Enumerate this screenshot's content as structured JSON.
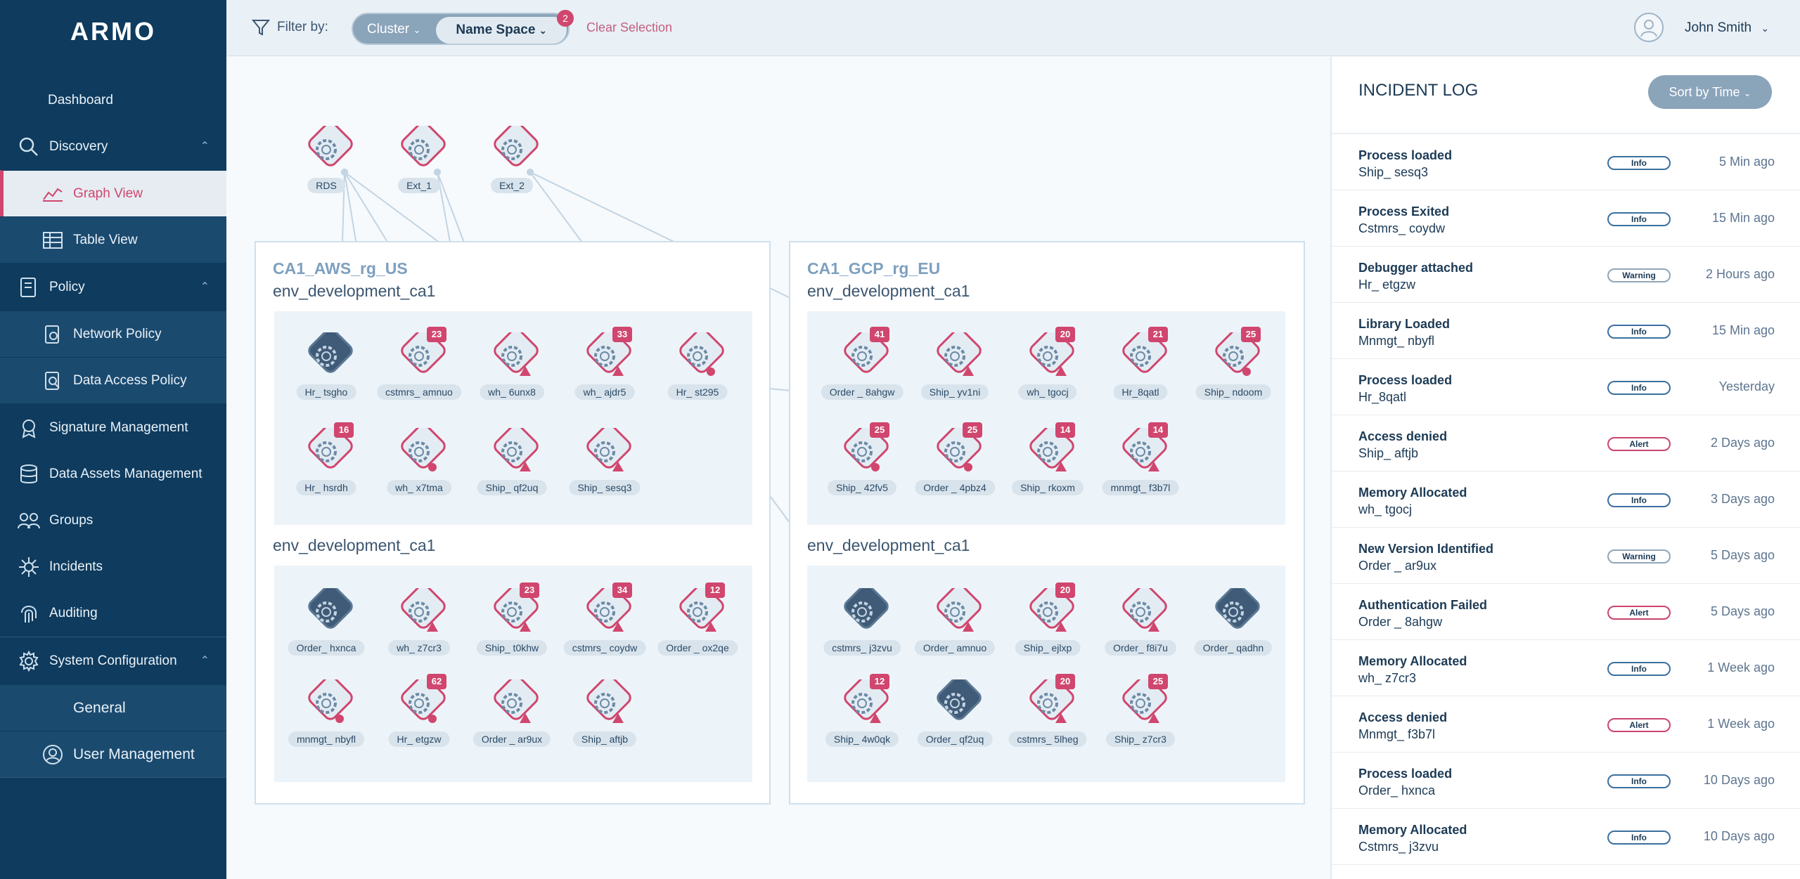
{
  "brand": {
    "logo": "ARMO"
  },
  "sidebar": {
    "dashboard": "Dashboard",
    "discovery": "Discovery",
    "graph_view": "Graph View",
    "table_view": "Table View",
    "policy": "Policy",
    "network_policy": "Network Policy",
    "data_access_policy": "Data Access Policy",
    "signature_management": "Signature Management",
    "data_assets_management": "Data Assets Management",
    "groups": "Groups",
    "incidents": "Incidents",
    "auditing": "Auditing",
    "system_configuration": "System Configuration",
    "general": "General",
    "user_management": "User Management"
  },
  "topbar": {
    "filter_label": "Filter by:",
    "cluster": "Cluster",
    "namespace": "Name Space",
    "namespace_count": "2",
    "clear_selection": "Clear Selection",
    "user_name": "John Smith"
  },
  "graph": {
    "external": [
      {
        "label": "RDS"
      },
      {
        "label": "Ext_1"
      },
      {
        "label": "Ext_2"
      }
    ],
    "clusters": [
      {
        "name": "CA1_AWS_rg_US",
        "envs": [
          {
            "title": "env_development_ca1",
            "nodes": [
              {
                "label": "Hr_ tsgho",
                "badge": "",
                "dark": true,
                "alert": "none"
              },
              {
                "label": "cstmrs_ amnuo",
                "badge": "23",
                "dark": false,
                "alert": "none"
              },
              {
                "label": "wh_ 6unx8",
                "badge": "",
                "dark": false,
                "alert": "tri"
              },
              {
                "label": "wh_ ajdr5",
                "badge": "33",
                "dark": false,
                "alert": "tri"
              },
              {
                "label": "Hr_ st295",
                "badge": "",
                "dark": false,
                "alert": "shield"
              },
              {
                "label": "Hr_ hsrdh",
                "badge": "16",
                "dark": false,
                "alert": "none"
              },
              {
                "label": "wh_ x7tma",
                "badge": "",
                "dark": false,
                "alert": "shield"
              },
              {
                "label": "Ship_ qf2uq",
                "badge": "",
                "dark": false,
                "alert": "tri"
              },
              {
                "label": "Ship_ sesq3",
                "badge": "",
                "dark": false,
                "alert": "tri"
              }
            ]
          },
          {
            "title": "env_development_ca1",
            "nodes": [
              {
                "label": "Order_ hxnca",
                "badge": "",
                "dark": true,
                "alert": "none"
              },
              {
                "label": "wh_ z7cr3",
                "badge": "",
                "dark": false,
                "alert": "tri"
              },
              {
                "label": "Ship_ t0khw",
                "badge": "23",
                "dark": false,
                "alert": "tri"
              },
              {
                "label": "cstmrs_ coydw",
                "badge": "34",
                "dark": false,
                "alert": "tri"
              },
              {
                "label": "Order _ ox2qe",
                "badge": "12",
                "dark": false,
                "alert": "tri"
              },
              {
                "label": "mnmgt_ nbyfl",
                "badge": "",
                "dark": false,
                "alert": "shield"
              },
              {
                "label": "Hr_ etgzw",
                "badge": "62",
                "dark": false,
                "alert": "shield"
              },
              {
                "label": "Order _ ar9ux",
                "badge": "",
                "dark": false,
                "alert": "tri"
              },
              {
                "label": "Ship_ aftjb",
                "badge": "",
                "dark": false,
                "alert": "tri"
              }
            ]
          }
        ]
      },
      {
        "name": "CA1_GCP_rg_EU",
        "envs": [
          {
            "title": "env_development_ca1",
            "nodes": [
              {
                "label": "Order _ 8ahgw",
                "badge": "41",
                "dark": false,
                "alert": "none"
              },
              {
                "label": "Ship_ yv1ni",
                "badge": "",
                "dark": false,
                "alert": "tri"
              },
              {
                "label": "wh_ tgocj",
                "badge": "20",
                "dark": false,
                "alert": "tri"
              },
              {
                "label": "Hr_8qatl",
                "badge": "21",
                "dark": false,
                "alert": "none"
              },
              {
                "label": "Ship_ ndoom",
                "badge": "25",
                "dark": false,
                "alert": "shield"
              },
              {
                "label": "Ship_ 42fv5",
                "badge": "25",
                "dark": false,
                "alert": "shield"
              },
              {
                "label": "Order _ 4pbz4",
                "badge": "25",
                "dark": false,
                "alert": "shield"
              },
              {
                "label": "Ship_ rkoxm",
                "badge": "14",
                "dark": false,
                "alert": "tri"
              },
              {
                "label": "mnmgt_ f3b7l",
                "badge": "14",
                "dark": false,
                "alert": "tri"
              }
            ]
          },
          {
            "title": "env_development_ca1",
            "nodes": [
              {
                "label": "cstmrs_ j3zvu",
                "badge": "",
                "dark": true,
                "alert": "none"
              },
              {
                "label": "Order_ amnuo",
                "badge": "",
                "dark": false,
                "alert": "tri"
              },
              {
                "label": "Ship_ ejlxp",
                "badge": "20",
                "dark": false,
                "alert": "tri"
              },
              {
                "label": "Order_ f8i7u",
                "badge": "",
                "dark": false,
                "alert": "tri"
              },
              {
                "label": "Order_ qadhn",
                "badge": "",
                "dark": true,
                "alert": "none"
              },
              {
                "label": "Ship_ 4w0qk",
                "badge": "12",
                "dark": false,
                "alert": "tri"
              },
              {
                "label": "Order_ qf2uq",
                "badge": "",
                "dark": true,
                "alert": "none"
              },
              {
                "label": "cstmrs_ 5lheg",
                "badge": "20",
                "dark": false,
                "alert": "tri"
              },
              {
                "label": "Ship_ z7cr3",
                "badge": "25",
                "dark": false,
                "alert": "tri"
              }
            ]
          }
        ]
      }
    ]
  },
  "incident_log": {
    "title": "INCIDENT LOG",
    "sort_label": "Sort by Time",
    "items": [
      {
        "name": "Process loaded",
        "target": "Ship_ sesq3",
        "level": "Info",
        "time": "5 Min ago"
      },
      {
        "name": "Process Exited",
        "target": "Cstmrs_ coydw",
        "level": "Info",
        "time": "15 Min ago"
      },
      {
        "name": "Debugger attached",
        "target": "Hr_ etgzw",
        "level": "Warning",
        "time": "2 Hours ago"
      },
      {
        "name": "Library Loaded",
        "target": "Mnmgt_ nbyfl",
        "level": "Info",
        "time": "15 Min ago"
      },
      {
        "name": "Process loaded",
        "target": "Hr_8qatl",
        "level": "Info",
        "time": "Yesterday"
      },
      {
        "name": "Access denied",
        "target": "Ship_ aftjb",
        "level": "Alert",
        "time": "2 Days ago"
      },
      {
        "name": "Memory Allocated",
        "target": "wh_ tgocj",
        "level": "Info",
        "time": "3 Days ago"
      },
      {
        "name": "New Version Identified",
        "target": "Order _ ar9ux",
        "level": "Warning",
        "time": "5 Days ago"
      },
      {
        "name": "Authentication Failed",
        "target": "Order _ 8ahgw",
        "level": "Alert",
        "time": "5 Days ago"
      },
      {
        "name": "Memory Allocated",
        "target": "wh_ z7cr3",
        "level": "Info",
        "time": "1 Week ago"
      },
      {
        "name": "Access denied",
        "target": "Mnmgt_ f3b7l",
        "level": "Alert",
        "time": "1 Week ago"
      },
      {
        "name": "Process loaded",
        "target": "Order_ hxnca",
        "level": "Info",
        "time": "10 Days ago"
      },
      {
        "name": "Memory Allocated",
        "target": "Cstmrs_ j3zvu",
        "level": "Info",
        "time": "10 Days ago"
      }
    ]
  },
  "colors": {
    "sidebar": "#0e3b5e",
    "accent": "#d0466e",
    "node_dark": "#3f5b78"
  }
}
